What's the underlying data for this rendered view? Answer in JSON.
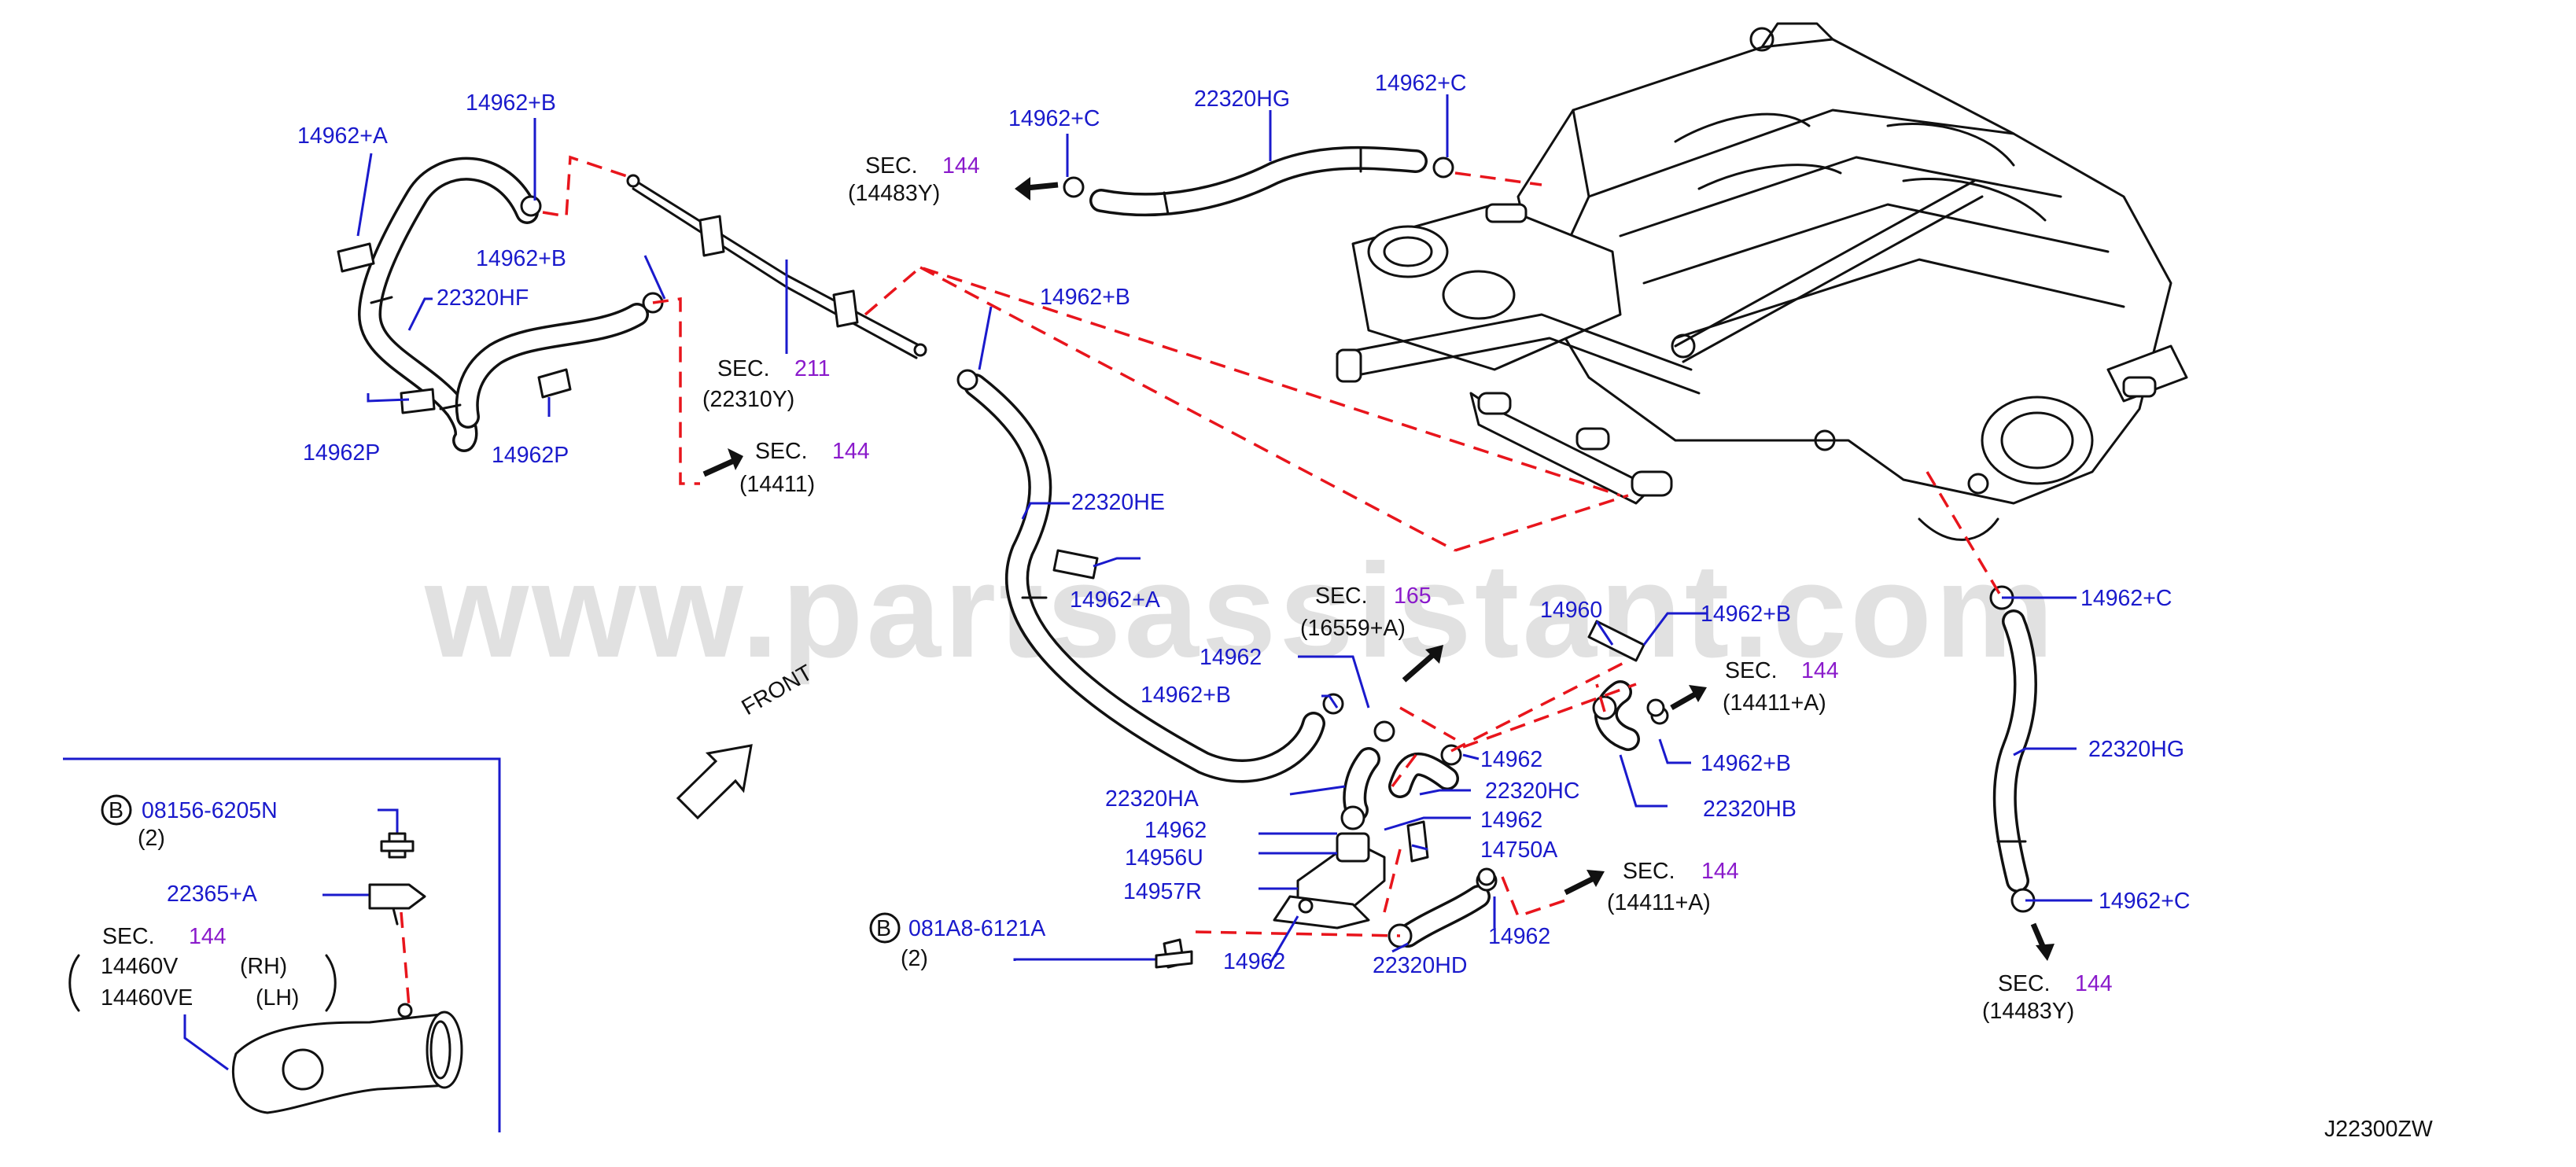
{
  "labels": {
    "p14962A_top": "14962+A",
    "p14962B_top": "14962+B",
    "p14962B_left": "14962+B",
    "p22320HF": "22320HF",
    "p14962P_left": "14962P",
    "p14962P_right": "14962P",
    "p14962C_a": "14962+C",
    "p22320HG_top": "22320HG",
    "p14962C_b": "14962+C",
    "p14962B_mid": "14962+B",
    "p22320HE": "22320HE",
    "p14962A_mid": "14962+A",
    "p14960": "14960",
    "p14962B_r1": "14962+B",
    "p14962_a": "14962",
    "p14962B_lowleft": "14962+B",
    "p14962_b": "14962",
    "p14962B_r2": "14962+B",
    "p22320HA": "22320HA",
    "p22320HC": "22320HC",
    "p22320HB": "22320HB",
    "p14962_c": "14962",
    "p14962_d": "14962",
    "p14956U": "14956U",
    "p14750A": "14750A",
    "p14957R": "14957R",
    "p14962_e": "14962",
    "p14962_f": "14962",
    "p22320HD": "22320HD",
    "p081A8": "081A8-6121A",
    "p081A8_qty": "(2)",
    "p14962C_right1": "14962+C",
    "p22320HG_right": "22320HG",
    "p14962C_right2": "14962+C",
    "p08156": "08156-6205N",
    "p08156_qty": "(2)",
    "p22365A": "22365+A",
    "p14460V": "14460V",
    "p14460V_side": "(RH)",
    "p14460VE": "14460VE",
    "p14460VE_side": "(LH)",
    "bolt_marker_1": "B",
    "bolt_marker_2": "B",
    "front": "FRONT",
    "diagram_code": "J22300ZW",
    "watermark": "www.partsassistant.com"
  },
  "sections": {
    "sec144_a": {
      "prefix": "SEC.",
      "num": "144",
      "ref": "(14483Y)"
    },
    "sec211": {
      "prefix": "SEC.",
      "num": "211",
      "ref": "(22310Y)"
    },
    "sec144_b": {
      "prefix": "SEC.",
      "num": "144",
      "ref": "(14411)"
    },
    "sec165": {
      "prefix": "SEC.",
      "num": "165",
      "ref": "(16559+A)"
    },
    "sec144_c": {
      "prefix": "SEC.",
      "num": "144",
      "ref": "(14411+A)"
    },
    "sec144_d": {
      "prefix": "SEC.",
      "num": "144",
      "ref": "(14411+A)"
    },
    "sec144_e": {
      "prefix": "SEC.",
      "num": "144",
      "ref": "(14483Y)"
    },
    "sec144_inset": {
      "prefix": "SEC.",
      "num": "144"
    }
  },
  "colors": {
    "label": "#1a1acc",
    "section_number": "#8a1acb",
    "dashed_line": "#e8151c",
    "ink": "#111111"
  }
}
